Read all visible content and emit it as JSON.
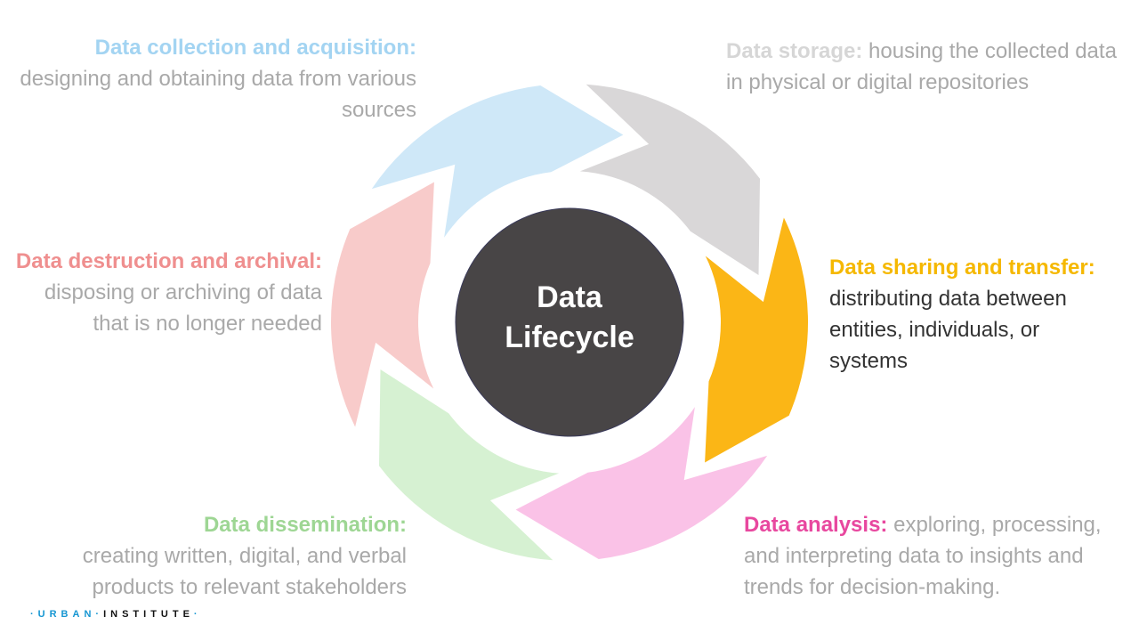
{
  "center": {
    "line1": "Data",
    "line2": "Lifecycle"
  },
  "stages": {
    "collection": {
      "title": "Data collection and acquisition:",
      "description": "designing and obtaining data from various sources",
      "color": "#cfe8f8"
    },
    "storage": {
      "title": "Data storage:",
      "description": "housing the collected data in physical or digital repositories",
      "color": "#d9d7d8"
    },
    "sharing": {
      "title": "Data sharing and transfer:",
      "description": "distributing data between entities, individuals, or systems",
      "color": "#fbb616"
    },
    "analysis": {
      "title": "Data analysis:",
      "description": "exploring, processing, and interpreting data to insights and trends for decision-making.",
      "color": "#fac2e7"
    },
    "dissemination": {
      "title": "Data dissemination:",
      "description": "creating written, digital, and verbal products to relevant stakeholders",
      "color": "#d6f1d2"
    },
    "destruction": {
      "title": "Data destruction and archival:",
      "description": "disposing or archiving of data that is no longer needed",
      "color": "#f8cbca"
    }
  },
  "title_colors": {
    "collection": "#a3d4f2",
    "storage": "#d6d6d6",
    "sharing": "#f5b800",
    "analysis": "#e8489f",
    "dissemination": "#9ed694",
    "destruction": "#ef8f8f"
  },
  "center_color": "#484546",
  "logo": {
    "urban": "URBAN",
    "institute": "INSTITUTE",
    "sep": "·"
  }
}
